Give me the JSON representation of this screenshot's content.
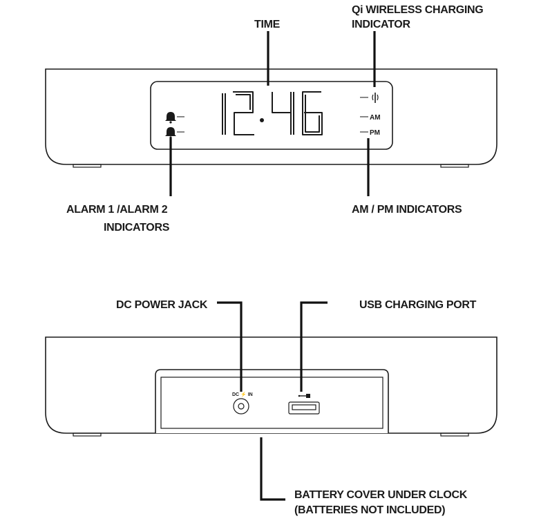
{
  "front_view": {
    "labels": {
      "time": "TIME",
      "qi_line1": "Qi WIRELESS CHARGING",
      "qi_line2": "INDICATOR",
      "alarm_line1": "ALARM 1 /ALARM 2",
      "alarm_line2": "INDICATORS",
      "ampm": "AM / PM INDICATORS"
    },
    "display": {
      "time": "12:46",
      "am": "AM",
      "pm": "PM"
    }
  },
  "back_view": {
    "labels": {
      "dc_jack": "DC POWER JACK",
      "usb_port": "USB CHARGING PORT",
      "battery_line1": "BATTERY COVER UNDER CLOCK",
      "battery_line2": "(BATTERIES NOT INCLUDED)"
    },
    "panel": {
      "dc_in": "DC ⚡ IN"
    }
  },
  "icons": [
    "bell-icon",
    "qi-icon",
    "usb-icon",
    "lightning-icon"
  ]
}
